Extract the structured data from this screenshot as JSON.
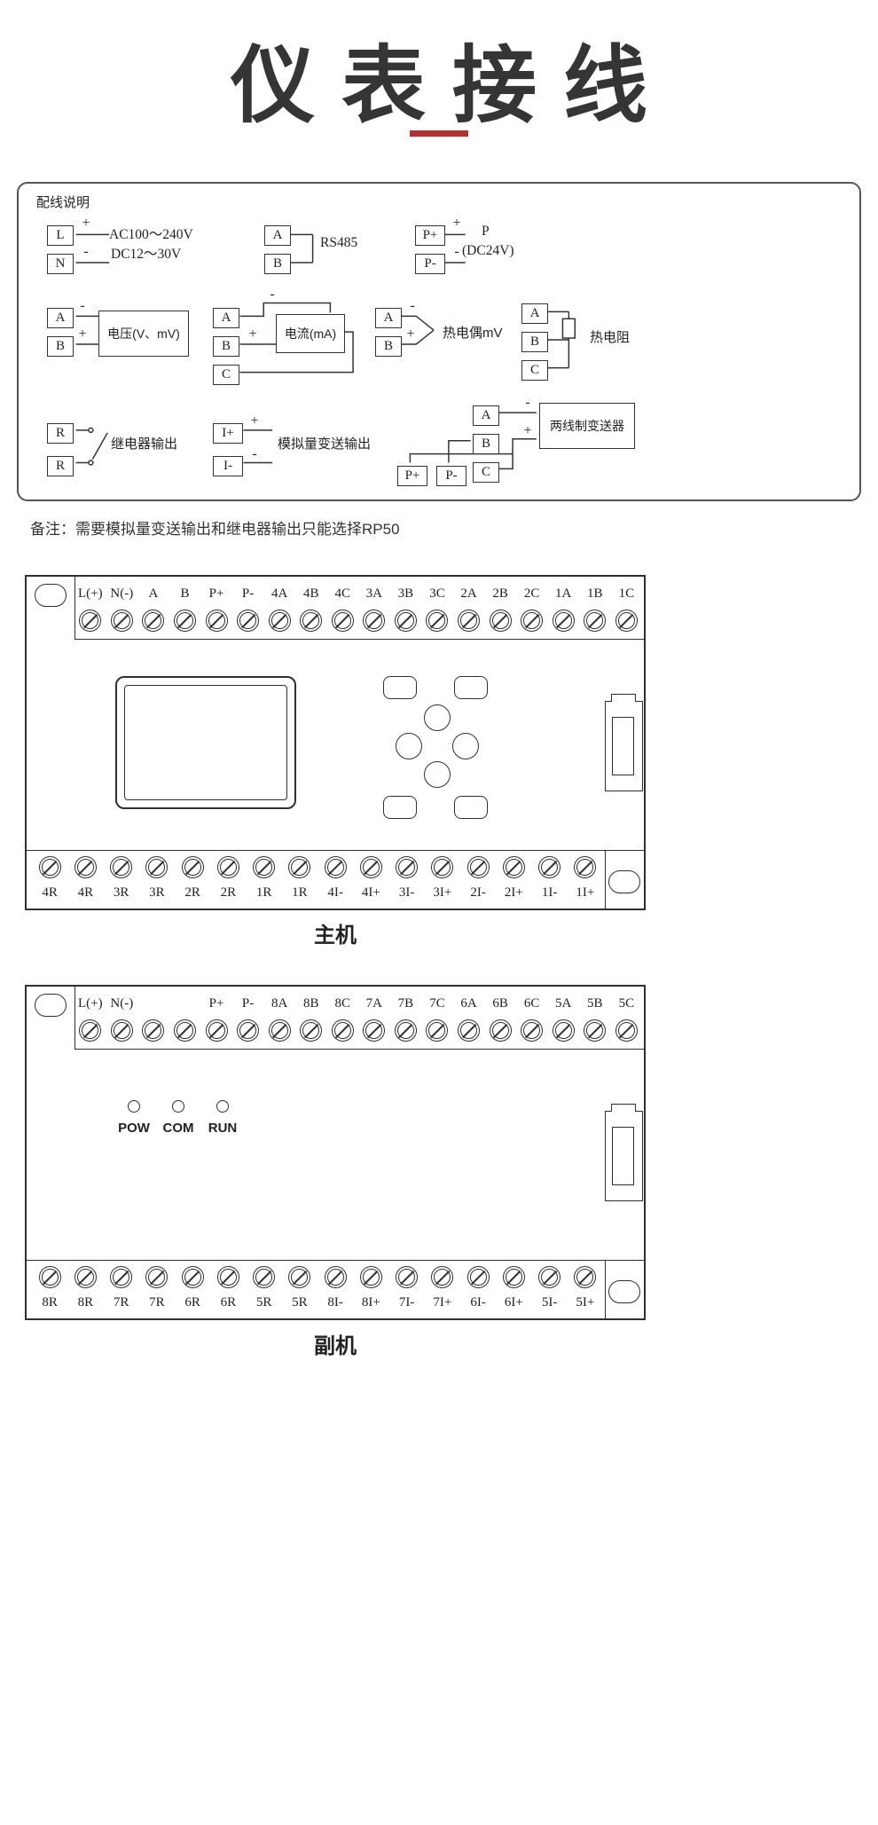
{
  "page": {
    "title": "仪表接线",
    "note": "备注：需要模拟量变送输出和继电器输出只能选择RP50",
    "accent_color": "#b5312f",
    "line_color": "#2f2f2f"
  },
  "wiring": {
    "section_label": "配线说明",
    "power": {
      "t1": "L",
      "t2": "N",
      "plus": "+",
      "minus": "-",
      "text1": "AC100～240V",
      "text2": "DC12～30V"
    },
    "rs485": {
      "t1": "A",
      "t2": "B",
      "label": "RS485"
    },
    "p24": {
      "t1": "P+",
      "t2": "P-",
      "plus": "+",
      "minus": "-",
      "text1": "P",
      "text2": "(DC24V)"
    },
    "voltage": {
      "t1": "A",
      "t2": "B",
      "minus": "-",
      "plus": "+",
      "label": "电压(V、mV)"
    },
    "current": {
      "t1": "A",
      "t2": "B",
      "t3": "C",
      "minus": "-",
      "plus": "+",
      "label": "电流(mA)"
    },
    "thermocouple": {
      "t1": "A",
      "t2": "B",
      "minus": "-",
      "plus": "+",
      "label": "热电偶mV"
    },
    "rtd": {
      "t1": "A",
      "t2": "B",
      "t3": "C",
      "label": "热电阻"
    },
    "relay": {
      "t1": "R",
      "t2": "R",
      "label": "继电器输出"
    },
    "analog_out": {
      "t1": "I+",
      "t2": "I-",
      "plus": "+",
      "minus": "-",
      "label": "模拟量变送输出"
    },
    "transmitter": {
      "t1": "A",
      "t2": "B",
      "t3": "C",
      "t4": "P+",
      "t5": "P-",
      "minus": "-",
      "plus": "+",
      "label": "两线制变送器"
    }
  },
  "main_unit": {
    "caption": "主机",
    "top_terminals": [
      "L(+)",
      "N(-)",
      "A",
      "B",
      "P+",
      "P-",
      "4A",
      "4B",
      "4C",
      "3A",
      "3B",
      "3C",
      "2A",
      "2B",
      "2C",
      "1A",
      "1B",
      "1C"
    ],
    "bottom_terminals": [
      "4R",
      "4R",
      "3R",
      "3R",
      "2R",
      "2R",
      "1R",
      "1R",
      "4I-",
      "4I+",
      "3I-",
      "3I+",
      "2I-",
      "2I+",
      "1I-",
      "1I+"
    ]
  },
  "sub_unit": {
    "caption": "副机",
    "top_terminals": [
      "L(+)",
      "N(-)",
      "",
      "",
      "P+",
      "P-",
      "8A",
      "8B",
      "8C",
      "7A",
      "7B",
      "7C",
      "6A",
      "6B",
      "6C",
      "5A",
      "5B",
      "5C"
    ],
    "indicators": [
      "POW",
      "COM",
      "RUN"
    ],
    "bottom_terminals": [
      "8R",
      "8R",
      "7R",
      "7R",
      "6R",
      "6R",
      "5R",
      "5R",
      "8I-",
      "8I+",
      "7I-",
      "7I+",
      "6I-",
      "6I+",
      "5I-",
      "5I+"
    ]
  }
}
